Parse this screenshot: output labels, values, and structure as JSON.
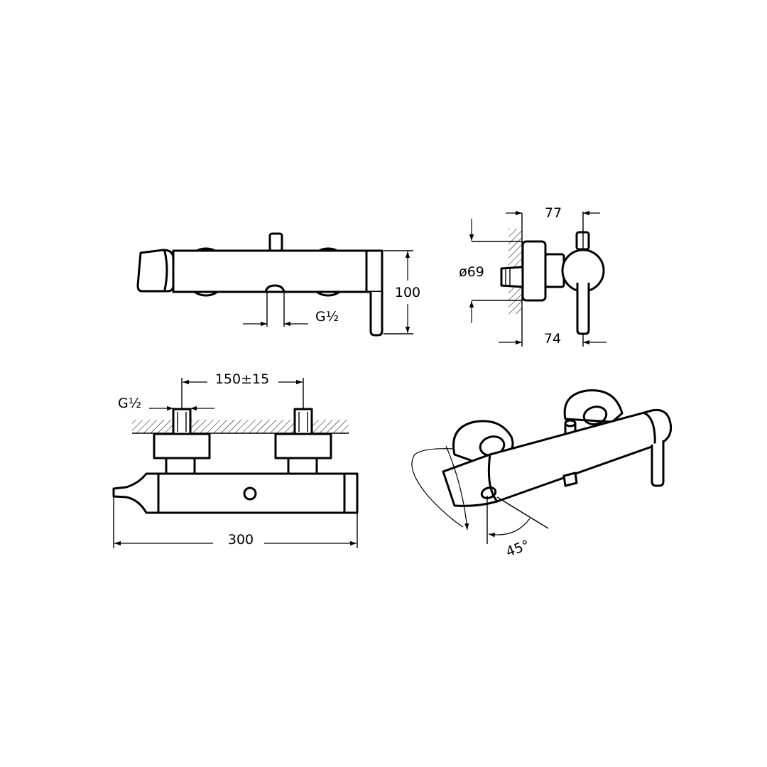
{
  "colors": {
    "line": "#000000",
    "background": "#ffffff"
  },
  "top_view": {
    "height_dim": "100",
    "thread_label": "G½"
  },
  "side_view": {
    "depth_top_dim": "77",
    "diameter_dim": "ø69",
    "depth_bottom_dim": "74"
  },
  "front_view": {
    "thread_label": "G½",
    "spacing_dim": "150±15",
    "length_dim": "300"
  },
  "perspective_view": {
    "angle_dim": "45°"
  }
}
